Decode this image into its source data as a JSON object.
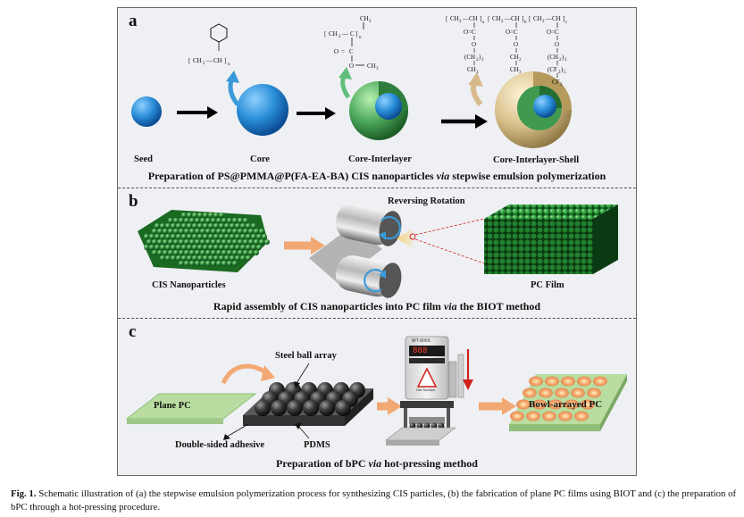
{
  "panels": {
    "a": {
      "label": "a",
      "stages": [
        "Seed",
        "Core",
        "Core-Interlayer",
        "Core-Interlayer-Shell"
      ],
      "caption_pre": "Preparation of PS@PMMA@P(FA-EA-BA) CIS nanoparticles ",
      "caption_em": "via",
      "caption_post": " stepwise emulsion polymerization",
      "chem": {
        "ps_repeat": "n",
        "ch3": "CH",
        "ch2": "CH",
        "ch": "CH",
        "c": "C",
        "o": "O",
        "cf2": "CF",
        "cf3": "CF",
        "sub_a": "a",
        "sub_b": "b",
        "sub_c": "c",
        "sub_2": "2",
        "sub_3": "3",
        "sub_5": "5",
        "sub_n": "n"
      }
    },
    "b": {
      "label": "b",
      "top_label": "Reversing Rotation",
      "left_label": "CIS Nanoparticles",
      "right_label": "PC Film",
      "caption_pre": "Rapid assembly of CIS nanoparticles into PC film ",
      "caption_em": "via",
      "caption_post": " the BIOT method"
    },
    "c": {
      "label": "c",
      "plane_label": "Plane PC",
      "steel_label": "Steel ball array",
      "adhesive_label": "Double-sided adhesive",
      "pdms_label": "PDMS",
      "bowl_label": "Bowl-arrayed PC",
      "device_model": "WT-900S",
      "device_display": "888",
      "device_plate": "Hot Surface",
      "caption_pre": "Preparation of bPC ",
      "caption_em": "via",
      "caption_post": " hot-pressing method"
    }
  },
  "figure_caption": {
    "label": "Fig. 1.",
    "text": "Schematic illustration of (a) the stepwise emulsion polymerization process for synthesizing CIS particles, (b) the fabrication of plane PC films using BIOT and (c) the preparation of bPC through a hot-pressing procedure."
  },
  "colors": {
    "frame_bg": "#eef0f3",
    "seed_blue": "#2a8ed8",
    "interlayer_green": "#4ca85a",
    "shell_tan": "#d8c08a",
    "arrow_orange": "#f2a873",
    "arrow_blue": "#3a9ad8",
    "arrow_green": "#5fbf7a",
    "arrow_tan": "#d7b98a",
    "film_green": "#1e7a2a",
    "plane_pc": "#b9dda0",
    "bowl_orange": "#ef8f56",
    "press_red": "#d0201a"
  }
}
